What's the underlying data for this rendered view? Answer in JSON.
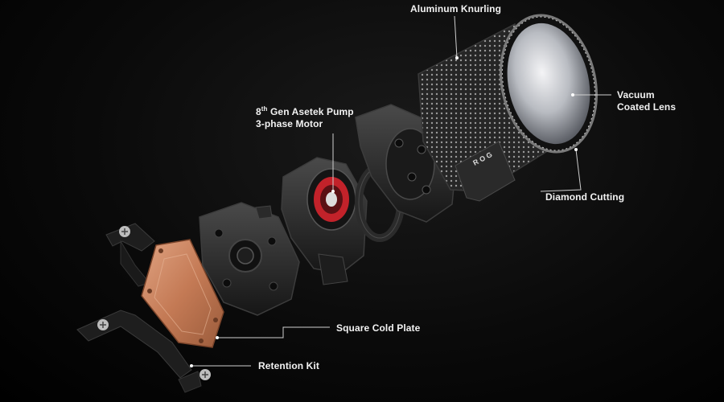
{
  "labels": {
    "aluminum_knurling": "Aluminum Knurling",
    "pump_sup_prefix": "8",
    "pump_sup": "th",
    "pump_line1_rest": " Gen Asetek Pump",
    "pump_line2": "3-phase Motor",
    "lens_line1": "Vacuum",
    "lens_line2": "Coated Lens",
    "diamond_cutting": "Diamond Cutting",
    "square_cold_plate": "Square Cold Plate",
    "retention_kit": "Retention Kit",
    "brand_mark": "R O G"
  },
  "colors": {
    "background": "#000000",
    "label_text": "#f2f2f2",
    "callout_line": "#cfcfcf",
    "copper": "#c9805a",
    "motor_red": "#c2222a"
  }
}
